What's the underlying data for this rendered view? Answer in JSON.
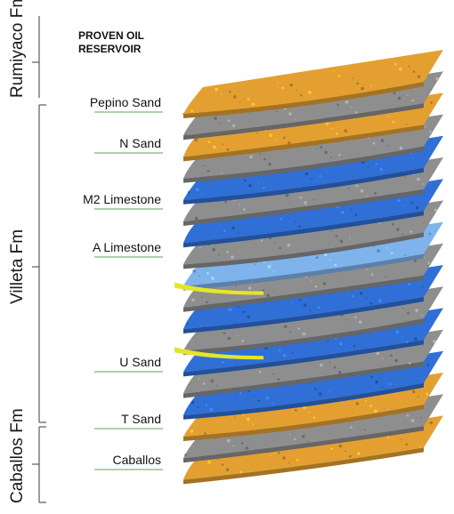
{
  "title": {
    "line1": "PROVEN OIL",
    "line2": "RESERVOIR"
  },
  "formations": [
    {
      "id": "rumiyaco",
      "label": "Rumiyaco Fm"
    },
    {
      "id": "villeta",
      "label": "Villeta Fm"
    },
    {
      "id": "caballos",
      "label": "Caballos Fm"
    }
  ],
  "horizon_labels": [
    {
      "id": "pepino-sand",
      "label": "Pepino Sand"
    },
    {
      "id": "n-sand",
      "label": "N Sand"
    },
    {
      "id": "m2-limestone",
      "label": "M2 Limestone"
    },
    {
      "id": "a-limestone",
      "label": "A Limestone"
    },
    {
      "id": "u-sand",
      "label": "U Sand"
    },
    {
      "id": "t-sand",
      "label": "T Sand"
    },
    {
      "id": "caballos",
      "label": "Caballos"
    }
  ],
  "colors": {
    "orange": "#e3a031",
    "gray": "#8e8e8e",
    "blue": "#2f6fd6",
    "lightblue": "#7fb3ec",
    "yellow": "#e4e62a",
    "leader": "#5aa65a",
    "bracket": "#3a3a3a"
  },
  "slices": [
    "orange",
    "gray",
    "orange",
    "gray",
    "blue",
    "gray",
    "blue",
    "gray",
    "lightblue",
    "gray",
    "blue",
    "gray",
    "blue",
    "gray",
    "blue",
    "orange",
    "gray",
    "orange"
  ],
  "yellow_edges": [
    8,
    11
  ]
}
